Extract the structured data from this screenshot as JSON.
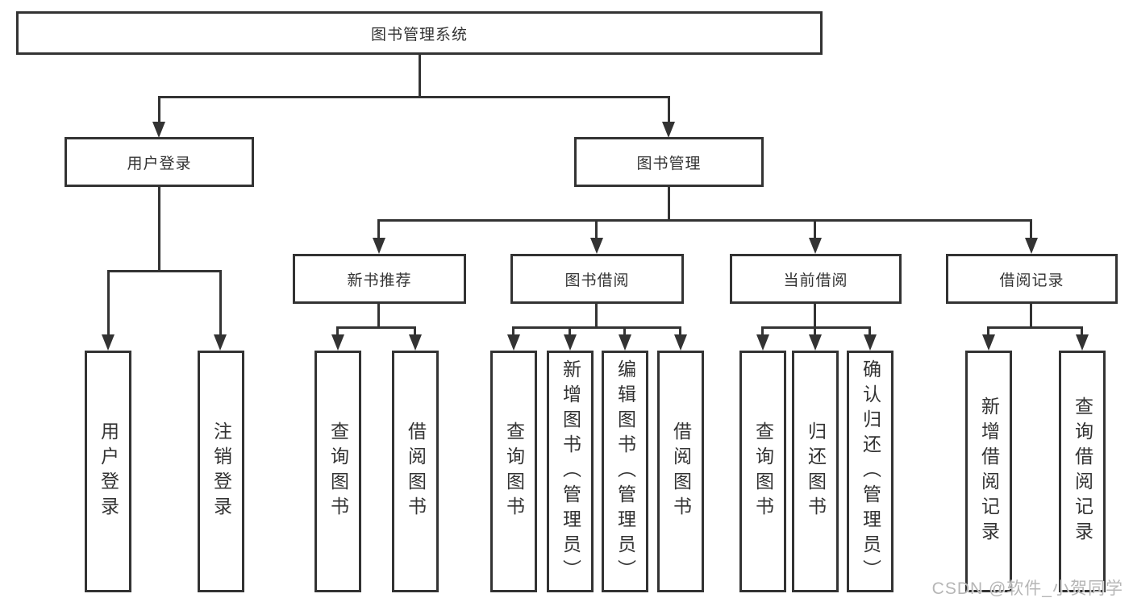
{
  "diagram": {
    "title": "图书管理系统",
    "level2": {
      "user_login": "用户登录",
      "book_mgmt": "图书管理"
    },
    "level3": {
      "new_books": "新书推荐",
      "book_borrow": "图书借阅",
      "current_borrow": "当前借阅",
      "borrow_records": "借阅记录"
    },
    "leaves": {
      "user_login": [
        "用户登录",
        "注销登录"
      ],
      "new_books": [
        "查询图书",
        "借阅图书"
      ],
      "book_borrow": [
        "查询图书",
        "新增图书（管理员）",
        "编辑图书（管理员）",
        "借阅图书"
      ],
      "current_borrow": [
        "查询图书",
        "归还图书",
        "确认归还（管理员）"
      ],
      "borrow_records": [
        "新增借阅记录",
        "查询借阅记录"
      ]
    },
    "watermark": "CSDN @软件_小贺同学",
    "colors": {
      "line": "#333333",
      "text": "#333333",
      "background": "#ffffff",
      "watermark": "#b2b2b2"
    }
  }
}
